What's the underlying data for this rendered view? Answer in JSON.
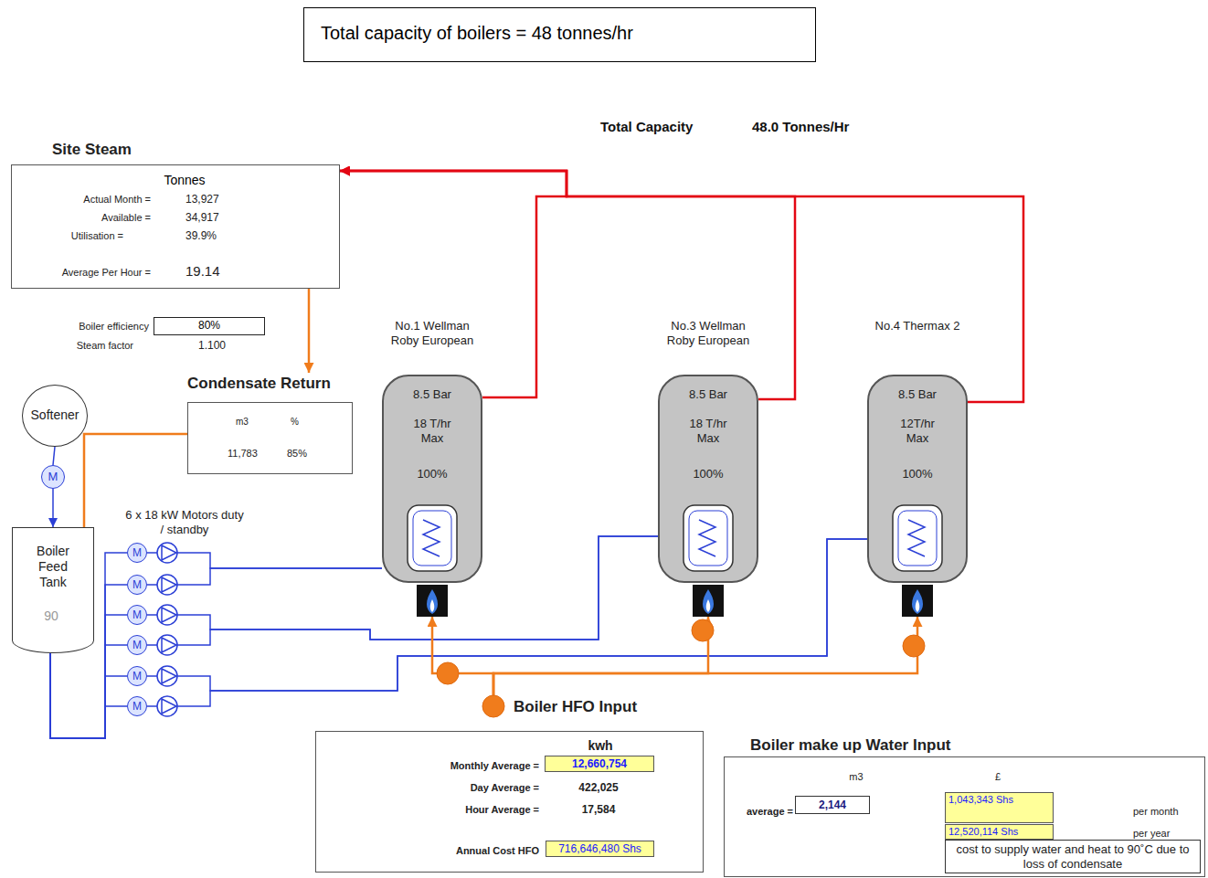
{
  "diagram": {
    "nodes": [
      {
        "text": [
          "Total capacity of boilers = 48 tonnes/hr"
        ]
      },
      {
        "text": [
          "Site Steam",
          "Tonnes",
          "Actual Month =",
          "13,927",
          "Available =",
          "34,917",
          "Utilisation =",
          "39.9%",
          "Average Per Hour =",
          "19.14"
        ]
      },
      {
        "text": [
          "80%"
        ]
      },
      {
        "text": [
          "Condensate Return",
          "m3",
          "%",
          "11,783",
          "85%"
        ]
      },
      {
        "text": [
          "Softener"
        ]
      },
      {
        "text": [
          "M"
        ]
      },
      {
        "text": [
          "Boiler Feed Tank",
          "90"
        ]
      },
      {
        "text": [
          "M"
        ]
      },
      {
        "text": [
          "M"
        ]
      },
      {
        "text": [
          "M"
        ]
      },
      {
        "text": [
          "M"
        ]
      },
      {
        "text": [
          "M"
        ]
      },
      {
        "text": [
          "M"
        ]
      },
      {
        "text": [
          "No.1 Wellman Roby European",
          "8.5 Bar",
          "18 T/hr Max",
          "100%"
        ]
      },
      {
        "text": [
          "No.3 Wellman Roby European",
          "8.5 Bar",
          "18 T/hr Max",
          "100%"
        ]
      },
      {
        "text": [
          "No.4 Thermax 2",
          "8.5 Bar",
          "12T/hr Max",
          "100%"
        ]
      },
      {
        "text": [
          "Boiler HFO Input",
          "kwh",
          "Monthly Average =",
          "12,660,754",
          "Day Average =",
          "422,025",
          "Hour Average =",
          "17,584",
          "Annual Cost HFO",
          "716,646,480 Shs"
        ]
      },
      {
        "text": [
          "Boiler make up Water Input",
          "m3",
          "£",
          "average =",
          "2,144",
          "1,043,343 Shs",
          "per month",
          "12,520,114 Shs",
          "per year",
          "cost to supply water and heat to 90˚C due to loss of condensate"
        ]
      }
    ],
    "edges": [
      {
        "from": 13,
        "to": 1,
        "arrow": "to"
      },
      {
        "from": 14,
        "to": 1,
        "arrow": "to"
      },
      {
        "from": 15,
        "to": 1,
        "arrow": "to"
      },
      {
        "from": 1,
        "to": 3,
        "arrow": "to"
      },
      {
        "from": 3,
        "to": 6,
        "arrow": "none"
      },
      {
        "from": 4,
        "to": 5,
        "arrow": "none"
      },
      {
        "from": 5,
        "to": 6,
        "arrow": "to"
      },
      {
        "from": 6,
        "to": 7,
        "arrow": "none"
      },
      {
        "from": 6,
        "to": 8,
        "arrow": "none"
      },
      {
        "from": 6,
        "to": 9,
        "arrow": "none"
      },
      {
        "from": 6,
        "to": 10,
        "arrow": "none"
      },
      {
        "from": 6,
        "to": 11,
        "arrow": "none"
      },
      {
        "from": 6,
        "to": 12,
        "arrow": "none"
      },
      {
        "from": 7,
        "to": 13,
        "arrow": "none"
      },
      {
        "from": 8,
        "to": 13,
        "arrow": "none"
      },
      {
        "from": 9,
        "to": 14,
        "arrow": "none"
      },
      {
        "from": 10,
        "to": 14,
        "arrow": "none"
      },
      {
        "from": 11,
        "to": 15,
        "arrow": "none"
      },
      {
        "from": 12,
        "to": 15,
        "arrow": "none"
      },
      {
        "from": 16,
        "to": 13,
        "arrow": "to"
      },
      {
        "from": 16,
        "to": 14,
        "arrow": "to"
      },
      {
        "from": 16,
        "to": 15,
        "arrow": "to"
      }
    ],
    "labels": [
      "Total Capacity",
      "48.0 Tonnes/Hr",
      "Boiler efficiency",
      "Steam factor",
      "1.100",
      "6 x 18 kW Motors duty / standby"
    ]
  }
}
